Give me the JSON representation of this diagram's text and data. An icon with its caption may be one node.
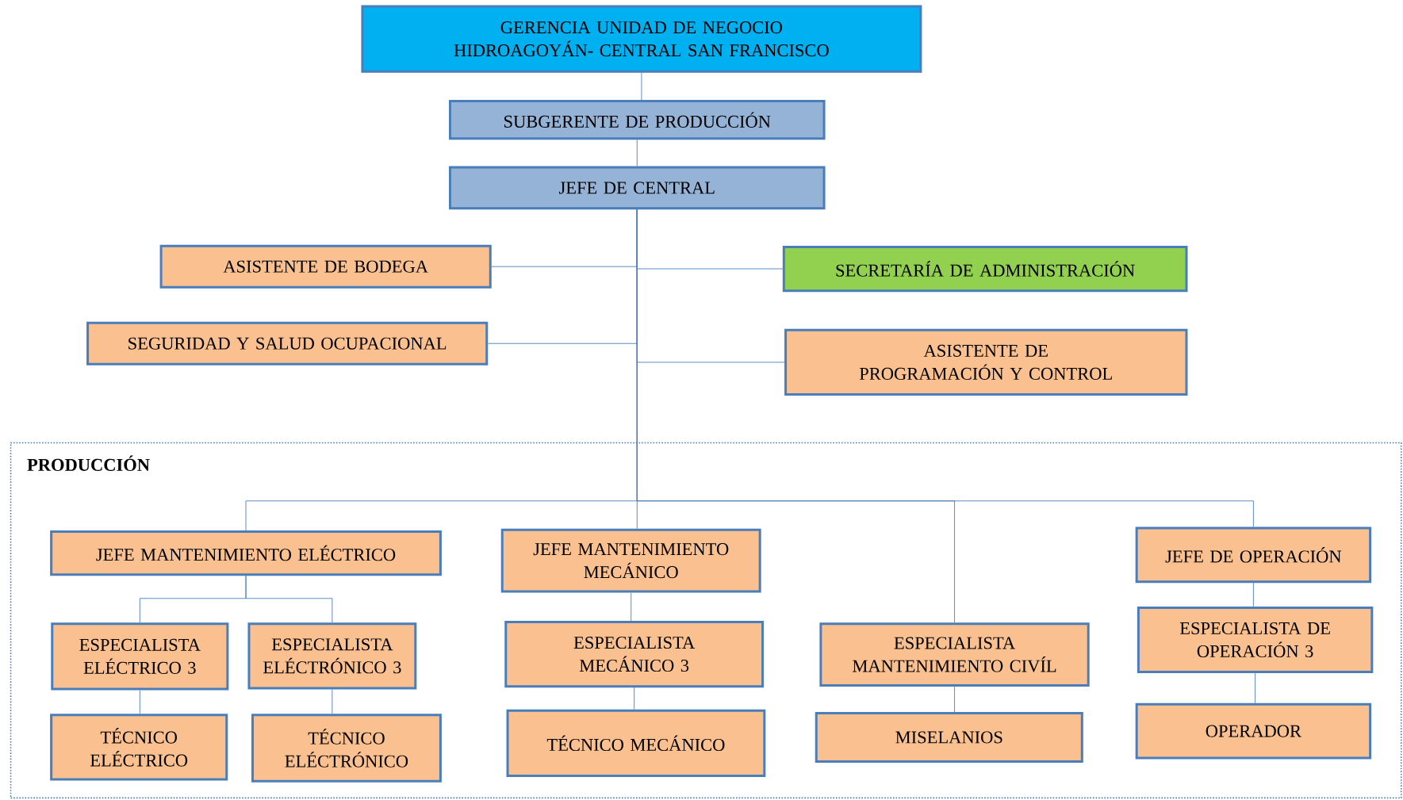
{
  "diagram": {
    "nodes": [
      {
        "text": [
          "GERENCIA UNIDAD DE NEGOCIO HIDROAGOYÁN- CENTRAL SAN FRANCISCO"
        ]
      },
      {
        "text": [
          "SUBGERENTE DE PRODUCCIÓN"
        ]
      },
      {
        "text": [
          "JEFE DE CENTRAL"
        ]
      },
      {
        "text": [
          "ASISTENTE DE BODEGA"
        ]
      },
      {
        "text": [
          "SECRETARÍA DE ADMINISTRACIÓN"
        ]
      },
      {
        "text": [
          "SEGURIDAD Y SALUD OCUPACIONAL"
        ]
      },
      {
        "text": [
          "ASISTENTE DE PROGRAMACIÓN Y CONTROL"
        ]
      },
      {
        "text": [
          "PRODUCCIÓN"
        ]
      },
      {
        "text": [
          "JEFE MANTENIMIENTO ELÉCTRICO"
        ],
        "in": 7
      },
      {
        "text": [
          "JEFE MANTENIMIENTO MECÁNICO"
        ],
        "in": 7
      },
      {
        "text": [
          "JEFE DE OPERACIÓN"
        ],
        "in": 7
      },
      {
        "text": [
          "ESPECIALISTA ELÉCTRICO 3"
        ],
        "in": 7
      },
      {
        "text": [
          "ESPECIALISTA ELÉCTRÓNICO 3"
        ],
        "in": 7
      },
      {
        "text": [
          "ESPECIALISTA MECÁNICO 3"
        ],
        "in": 7
      },
      {
        "text": [
          "ESPECIALISTA MANTENIMIENTO CIVÍL"
        ],
        "in": 7
      },
      {
        "text": [
          "ESPECIALISTA DE OPERACIÓN 3"
        ],
        "in": 7
      },
      {
        "text": [
          "TÉCNICO ELÉCTRICO"
        ],
        "in": 7
      },
      {
        "text": [
          "TÉCNICO ELÉCTRÓNICO"
        ],
        "in": 7
      },
      {
        "text": [
          "TÉCNICO MECÁNICO"
        ],
        "in": 7
      },
      {
        "text": [
          "MISELANIOS"
        ],
        "in": 7
      },
      {
        "text": [
          "OPERADOR"
        ],
        "in": 7
      }
    ],
    "edges": [
      {
        "from": 0,
        "to": 1,
        "arrow": "none"
      },
      {
        "from": 1,
        "to": 2,
        "arrow": "none"
      },
      {
        "from": 2,
        "to": 3,
        "arrow": "none"
      },
      {
        "from": 2,
        "to": 4,
        "arrow": "none"
      },
      {
        "from": 2,
        "to": 5,
        "arrow": "none"
      },
      {
        "from": 2,
        "to": 6,
        "arrow": "none"
      },
      {
        "from": 2,
        "to": 8,
        "arrow": "none"
      },
      {
        "from": 2,
        "to": 9,
        "arrow": "none"
      },
      {
        "from": 2,
        "to": 14,
        "arrow": "none"
      },
      {
        "from": 2,
        "to": 10,
        "arrow": "none"
      },
      {
        "from": 8,
        "to": 11,
        "arrow": "none"
      },
      {
        "from": 8,
        "to": 12,
        "arrow": "none"
      },
      {
        "from": 11,
        "to": 16,
        "arrow": "none"
      },
      {
        "from": 12,
        "to": 17,
        "arrow": "none"
      },
      {
        "from": 9,
        "to": 13,
        "arrow": "none"
      },
      {
        "from": 13,
        "to": 18,
        "arrow": "none"
      },
      {
        "from": 14,
        "to": 19,
        "arrow": "none"
      },
      {
        "from": 10,
        "to": 15,
        "arrow": "none"
      },
      {
        "from": 15,
        "to": 20,
        "arrow": "none"
      }
    ]
  }
}
